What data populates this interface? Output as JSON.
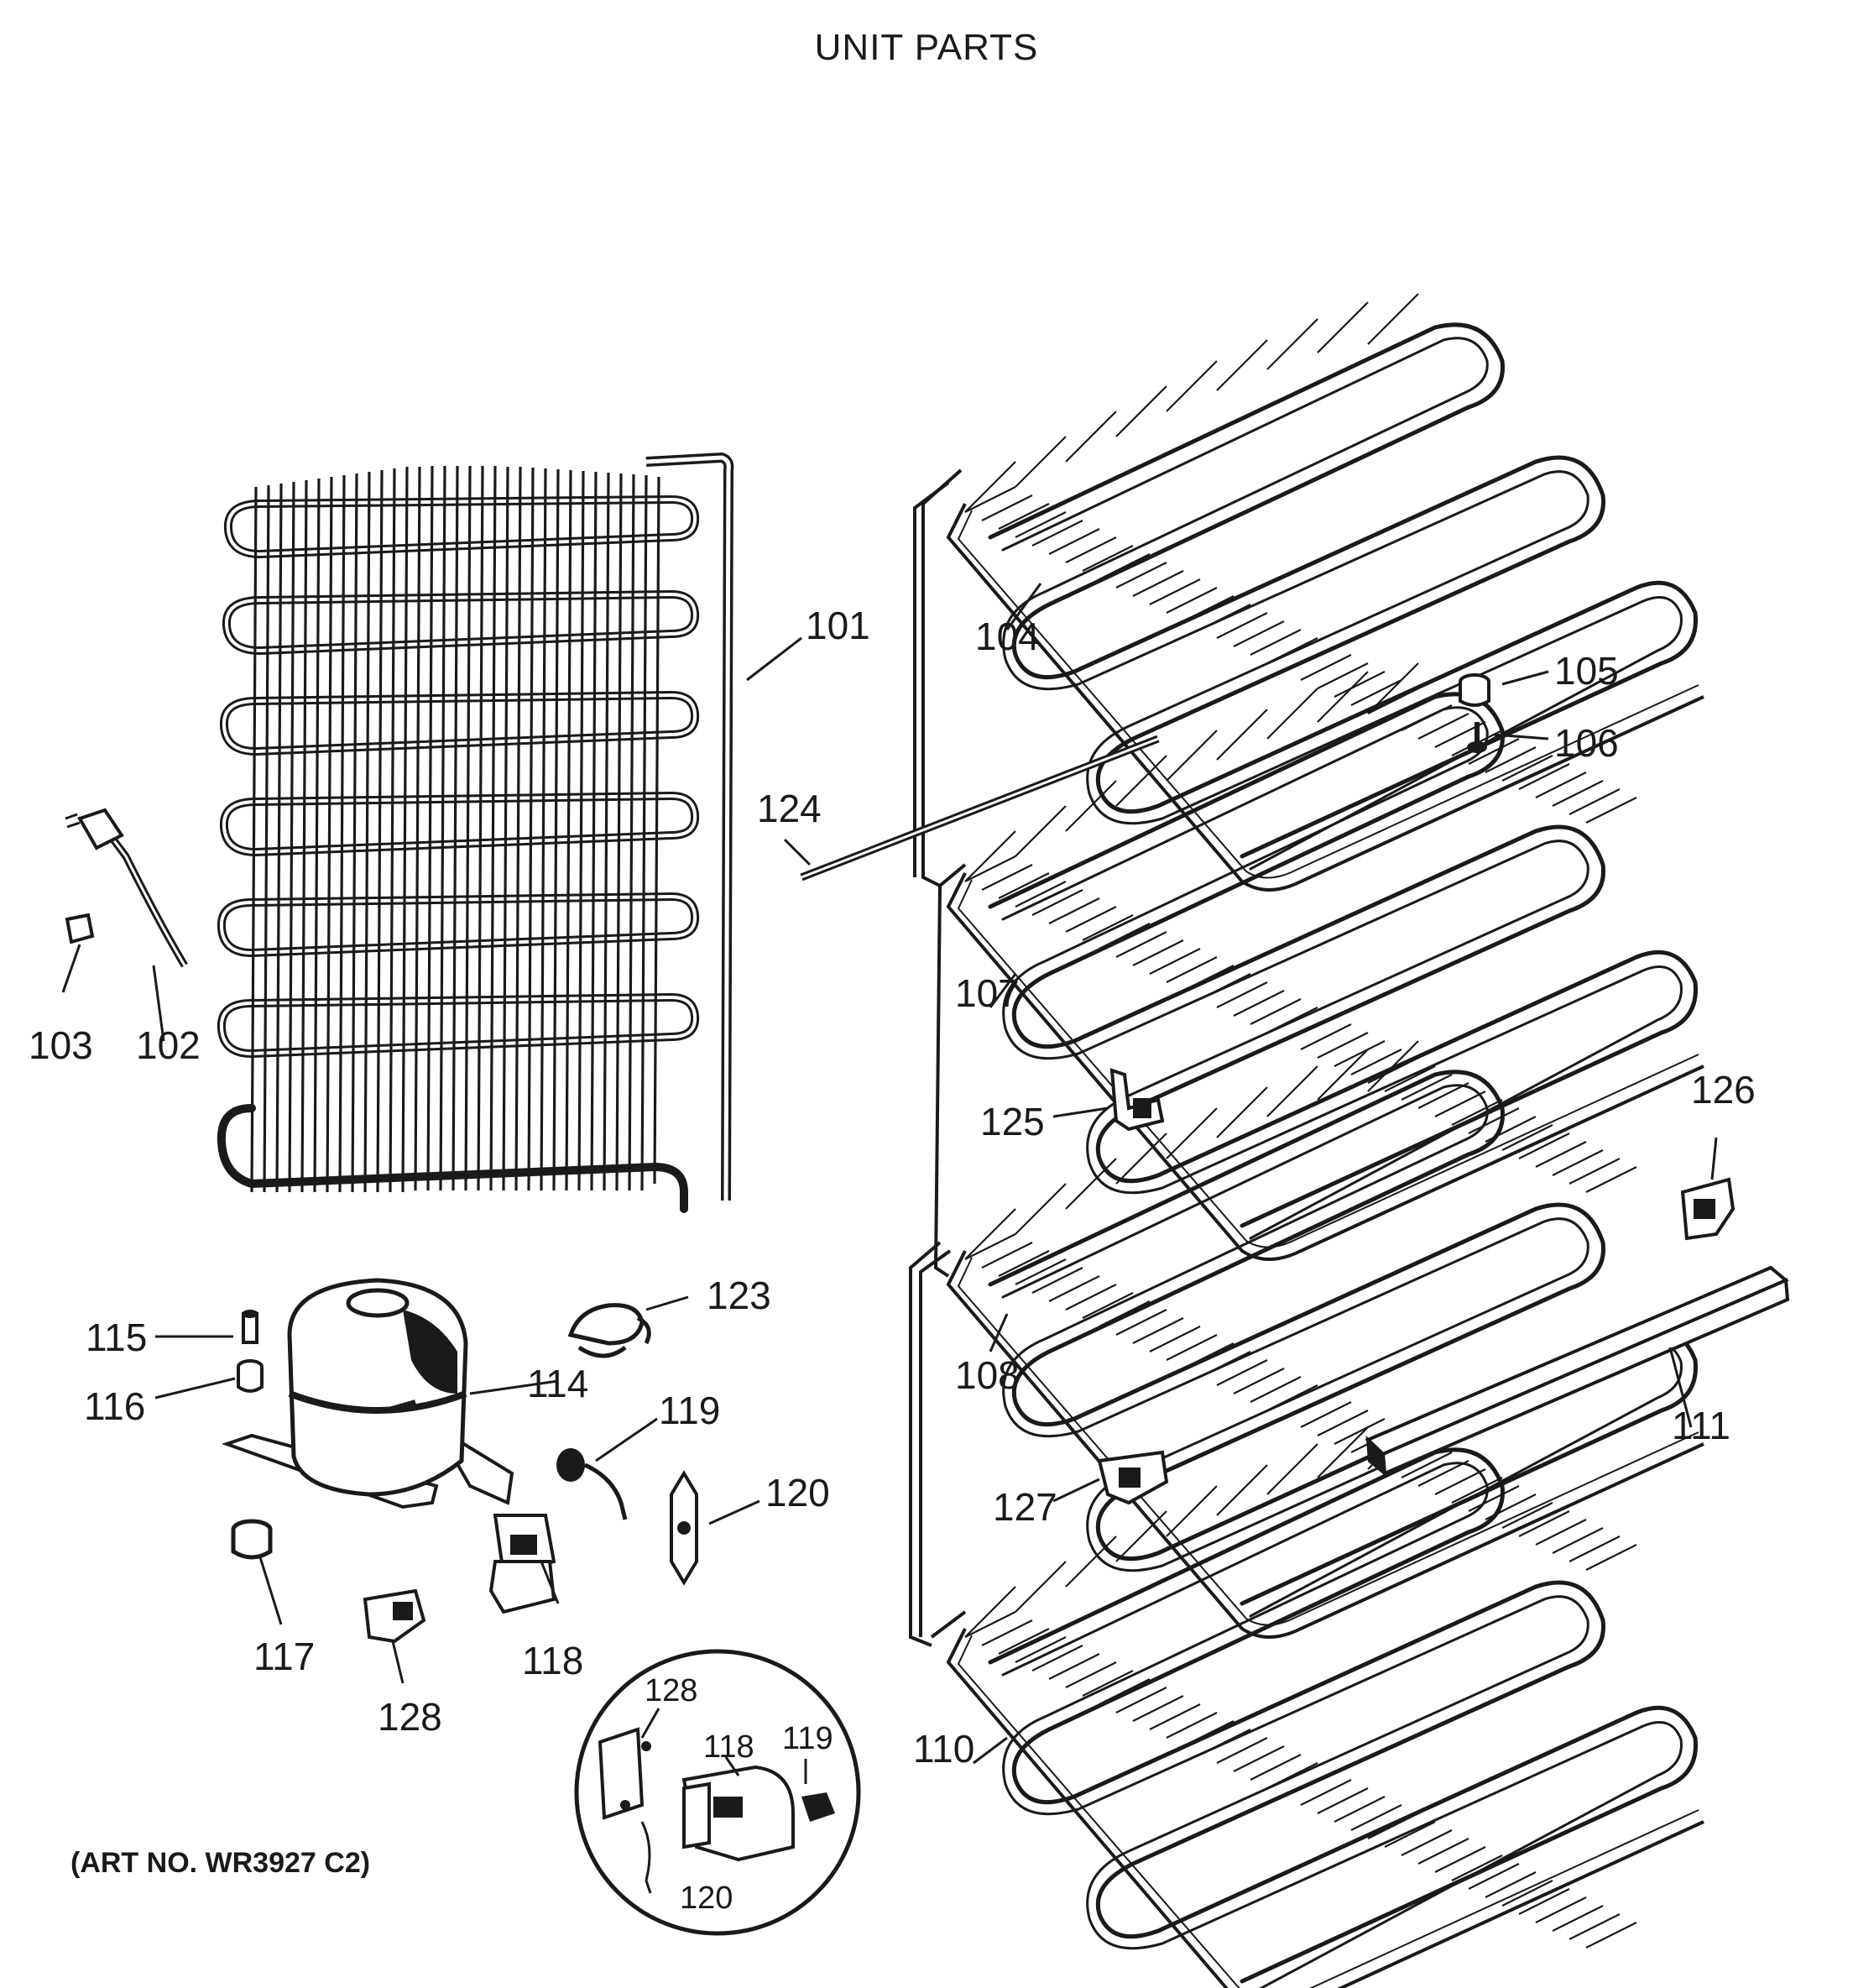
{
  "title": "UNIT PARTS",
  "art_number": "(ART NO. WR3927 C2)",
  "callouts": {
    "c101": "101",
    "c102": "102",
    "c103": "103",
    "c104": "104",
    "c105": "105",
    "c106": "106",
    "c107": "107",
    "c108": "108",
    "c110": "110",
    "c111": "111",
    "c114": "114",
    "c115": "115",
    "c116": "116",
    "c117": "117",
    "c118": "118",
    "c119": "119",
    "c120": "120",
    "c123": "123",
    "c124": "124",
    "c125": "125",
    "c126": "126",
    "c127": "127",
    "c128": "128",
    "inset_128": "128",
    "inset_118": "118",
    "inset_119": "119",
    "inset_120": "120"
  },
  "colors": {
    "ink": "#1a1a1a",
    "paper": "#ffffff"
  }
}
